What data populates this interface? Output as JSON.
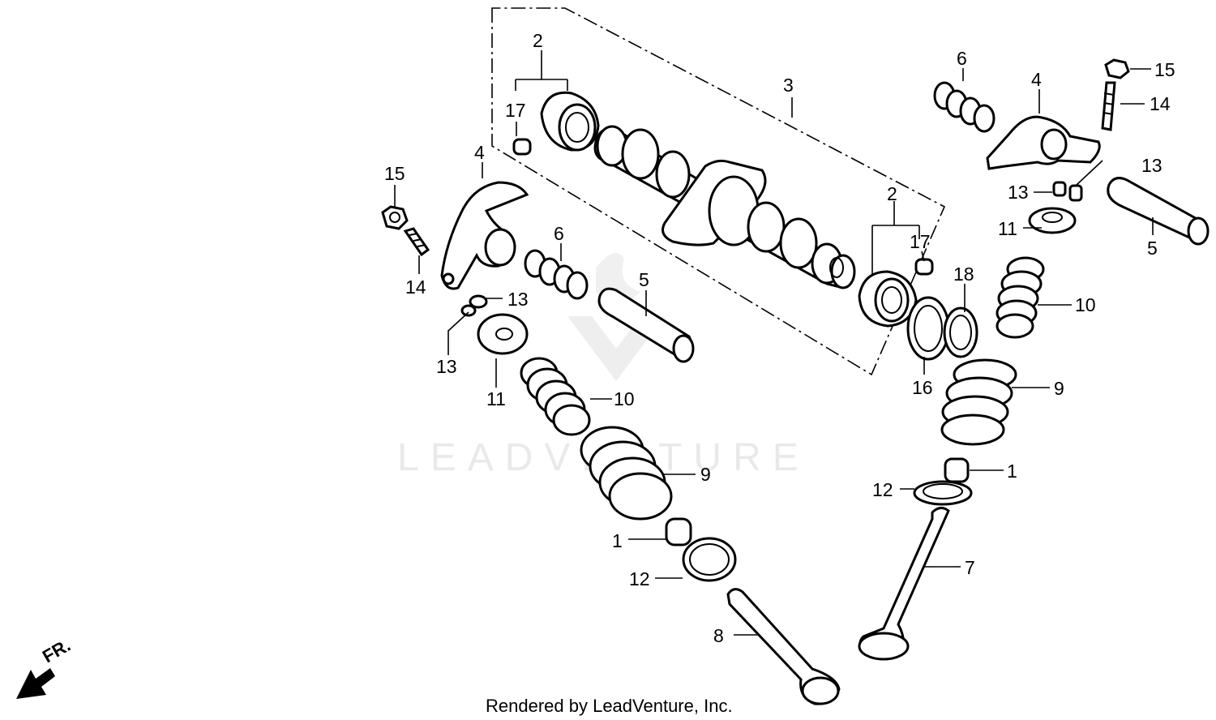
{
  "watermark": "LEADVENTURE",
  "footer": "Rendered by LeadVenture, Inc.",
  "direction_label": "FR.",
  "callouts": {
    "c2a": "2",
    "c17a": "17",
    "c3": "3",
    "c6r": "6",
    "c4r": "4",
    "c15r": "15",
    "c14r": "14",
    "c13r1": "13",
    "c13r2": "13",
    "c11r": "11",
    "c5r": "5",
    "c15l": "15",
    "c4l": "4",
    "c14l": "14",
    "c13l1": "13",
    "c13l2": "13",
    "c11l": "11",
    "c6l": "6",
    "c5l": "5",
    "c2b": "2",
    "c17b": "17",
    "c18": "18",
    "c16": "16",
    "c10r": "10",
    "c9r": "9",
    "c10l": "10",
    "c9l": "9",
    "c1r": "1",
    "c12r": "12",
    "c7": "7",
    "c1l": "1",
    "c12l": "12",
    "c8": "8"
  }
}
